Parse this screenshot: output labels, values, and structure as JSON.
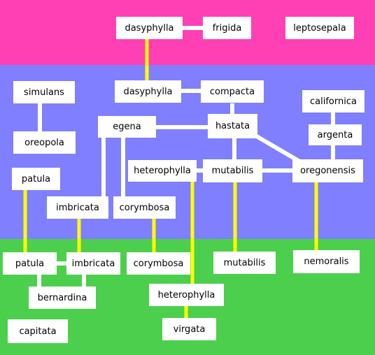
{
  "colors": {
    "band_top": "#ff3fb4",
    "band_middle": "#7f7fff",
    "band_bottom": "#4ccf4c",
    "cross_band_link": "#ffff00",
    "same_band_link": "#ffffff",
    "node_fill": "#ffffff"
  },
  "nodes": {
    "dasyphylla_top": "dasyphylla",
    "frigida": "frigida",
    "leptosepala": "leptosepala",
    "simulans": "simulans",
    "dasyphylla_mid": "dasyphylla",
    "compacta": "compacta",
    "californica": "californica",
    "oreopola": "oreopola",
    "egena": "egena",
    "hastata": "hastata",
    "argenta": "argenta",
    "patula_mid": "patula",
    "heterophylla_mid": "heterophylla",
    "mutabilis_mid": "mutabilis",
    "oregonensis": "oregonensis",
    "imbricata_mid": "imbricata",
    "corymbosa_mid": "corymbosa",
    "patula_bot": "patula",
    "imbricata_bot": "imbricata",
    "corymbosa_bot": "corymbosa",
    "mutabilis_bot": "mutabilis",
    "nemoralis": "nemoralis",
    "bernardina": "bernardina",
    "heterophylla_bot": "heterophylla",
    "capitata": "capitata",
    "virgata": "virgata"
  }
}
